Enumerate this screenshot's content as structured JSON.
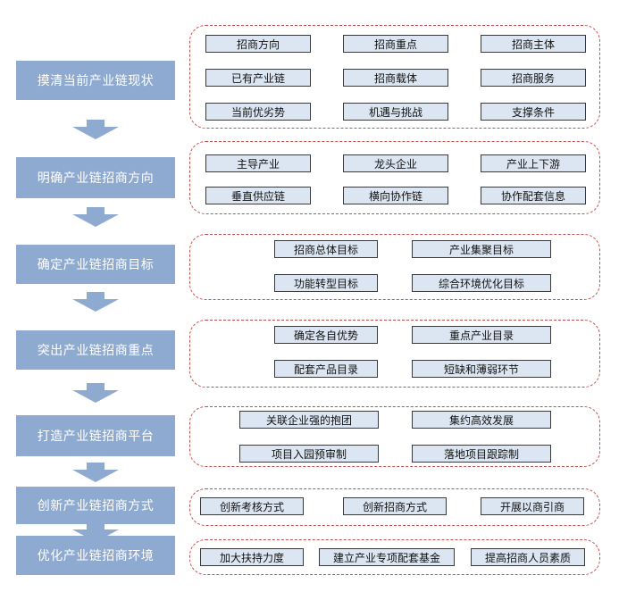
{
  "colors": {
    "step_fill": "#8FAAD0",
    "step_text": "#ffffff",
    "arrow_fill": "#8FAAD0",
    "group_border": "#C0504D",
    "tag_fill": "#DCE6F2",
    "tag_border": "#3A3A3A"
  },
  "steps": [
    {
      "label": "摸清当前产业链现状",
      "items": [
        "招商方向",
        "招商重点",
        "招商主体",
        "已有产业链",
        "招商载体",
        "招商服务",
        "当前优劣势",
        "机遇与挑战",
        "支撑条件"
      ]
    },
    {
      "label": "明确产业链招商方向",
      "items": [
        "主导产业",
        "龙头企业",
        "产业上下游",
        "垂直供应链",
        "横向协作链",
        "协作配套信息"
      ]
    },
    {
      "label": "确定产业链招商目标",
      "items": [
        "招商总体目标",
        "产业集聚目标",
        "功能转型目标",
        "综合环境优化目标"
      ]
    },
    {
      "label": "突出产业链招商重点",
      "items": [
        "确定各自优势",
        "重点产业目录",
        "配套产品目录",
        "短缺和薄弱环节"
      ]
    },
    {
      "label": "打造产业链招商平台",
      "items": [
        "关联企业强的抱团",
        "集约高效发展",
        "项目入园预审制",
        "落地项目跟踪制"
      ]
    },
    {
      "label": "创新产业链招商方式",
      "items": [
        "创新考核方式",
        "创新招商方式",
        "开展以商引商"
      ]
    },
    {
      "label": "优化产业链招商环境",
      "items": [
        "加大扶持力度",
        "建立产业专项配套基金",
        "提高招商人员素质"
      ]
    }
  ]
}
